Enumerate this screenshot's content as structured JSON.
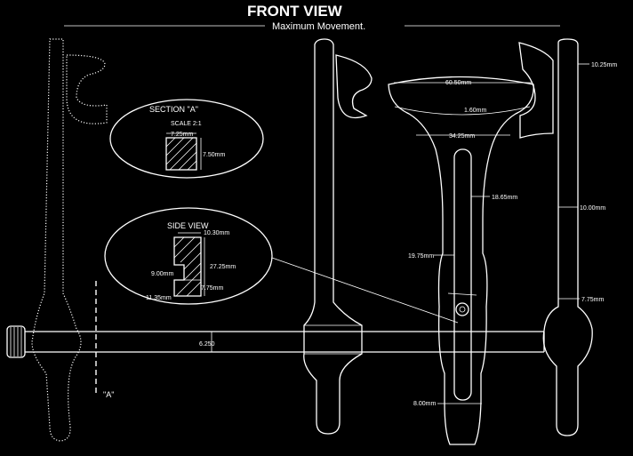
{
  "title": "FRONT VIEW",
  "subtitle": "Maximum Movement.",
  "section_a": {
    "heading": "SECTION \"A\"",
    "scale": "SCALE 2:1",
    "width": "7.25mm",
    "height": "7.50mm"
  },
  "side_view": {
    "heading": "SIDE VIEW",
    "top": "10.30mm",
    "height": "27.25mm",
    "inner": "9.00mm",
    "slot": "7.75mm",
    "base": "11.35mm"
  },
  "dimensions": {
    "top_width": "60.50mm",
    "bridge": "1.60mm",
    "neck_width": "34.25mm",
    "slot_right": "18.65mm",
    "slot_left": "19.75mm",
    "bottom_width": "8.00mm",
    "rod": "6.250",
    "arm_top": "10.25mm",
    "arm_mid": "10.00mm",
    "arm_low": "7.75mm"
  },
  "section_marker": "\"A\""
}
